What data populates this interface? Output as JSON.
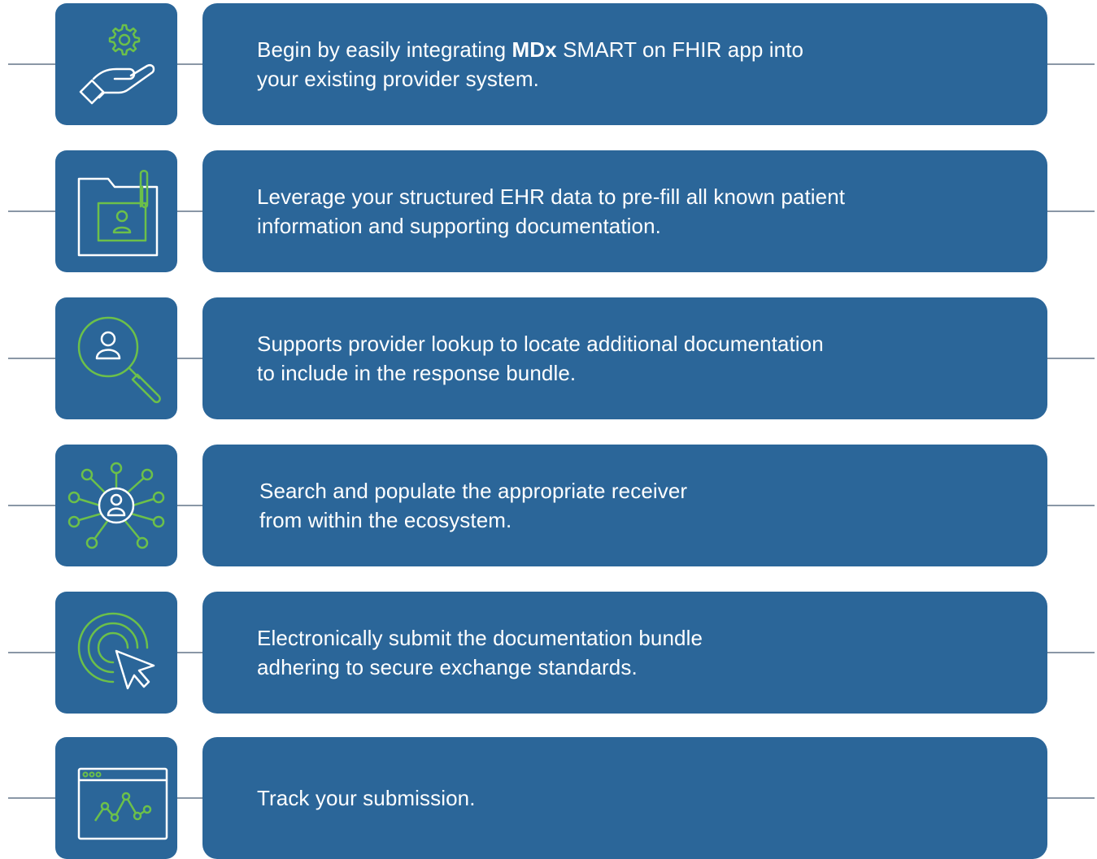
{
  "steps": [
    {
      "icon": "gear-hand-icon",
      "bold": "MDx",
      "line1_pre": "Begin by easily integrating ",
      "line1_post": " SMART on FHIR app into",
      "line2": "your existing provider system."
    },
    {
      "icon": "folder-patient-icon",
      "line1": "Leverage your structured EHR data to pre-fill all known patient",
      "line2": "information and supporting documentation."
    },
    {
      "icon": "magnifier-person-icon",
      "line1": "Supports provider lookup to locate additional documentation",
      "line2": "to include in the response bundle."
    },
    {
      "icon": "network-person-icon",
      "line1": "Search and populate the appropriate receiver",
      "line2": "from within the ecosystem."
    },
    {
      "icon": "target-cursor-icon",
      "line1": "Electronically submit the documentation bundle",
      "line2": "adhering to secure exchange standards."
    },
    {
      "icon": "browser-chart-icon",
      "line1": "Track your submission."
    }
  ],
  "colors": {
    "panel": "#2b6699",
    "icon_white": "#ffffff",
    "icon_green": "#6cc04a",
    "connector": "#8a97a6"
  }
}
